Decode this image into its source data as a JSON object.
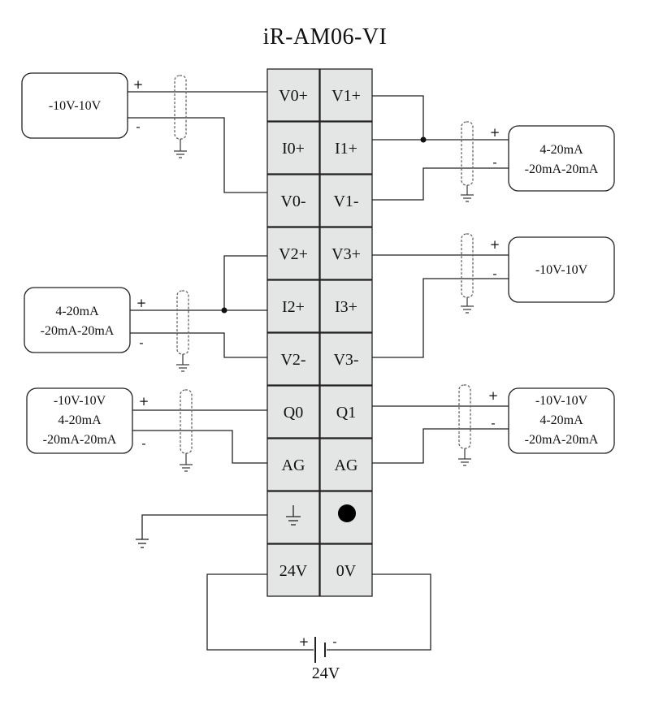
{
  "title": "iR-AM06-VI",
  "terminals": {
    "left": [
      "V0+",
      "I0+",
      "V0-",
      "V2+",
      "I2+",
      "V2-",
      "Q0",
      "AG",
      "⏚",
      "24V"
    ],
    "right": [
      "V1+",
      "I1+",
      "V1-",
      "V3+",
      "I3+",
      "V3-",
      "Q1",
      "AG",
      "●",
      "0V"
    ]
  },
  "devices": {
    "top_left": [
      "-10V-10V"
    ],
    "top_right": [
      "4-20mA",
      "-20mA-20mA"
    ],
    "mid_left": [
      "4-20mA",
      "-20mA-20mA"
    ],
    "mid_right": [
      "-10V-10V"
    ],
    "bottom_left": [
      "-10V-10V",
      "4-20mA",
      "-20mA-20mA"
    ],
    "bottom_right": [
      "-10V-10V",
      "4-20mA",
      "-20mA-20mA"
    ]
  },
  "polarity": {
    "plus": "+",
    "minus": "-"
  },
  "power_supply": {
    "label": "24V",
    "plus": "+",
    "minus": "-"
  },
  "colors": {
    "line": "#222222",
    "terminal_fill": "#e4e6e6",
    "shield": "#666666"
  }
}
